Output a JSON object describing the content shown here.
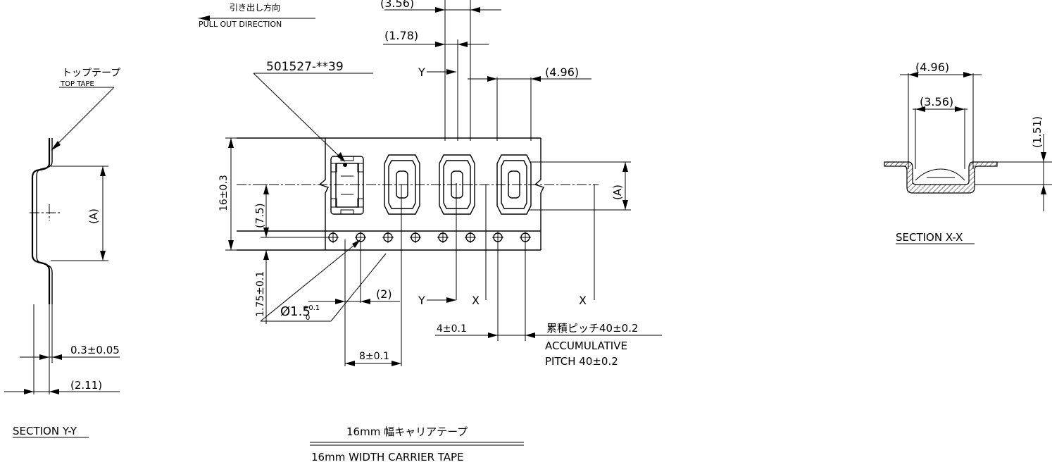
{
  "labels": {
    "pull_out_jp": "引き出し方向",
    "pull_out_en": "PULL OUT DIRECTION",
    "part_number": "501527-**39",
    "top_tape_jp": "トップテープ",
    "top_tape_en": "TOP TAPE",
    "section_yy": "SECTION Y-Y",
    "section_xx": "SECTION X-X",
    "carrier_jp": "16mm 幅キャリアテープ",
    "carrier_en": "16mm WIDTH CARRIER TAPE",
    "accum_jp": "累積ピッチ40±0.2",
    "accum_en1": "ACCUMULATIVE",
    "accum_en2": "PITCH 40±0.2",
    "mark_y": "Y",
    "mark_x": "X"
  },
  "dimensions": {
    "d356": "(3.56)",
    "d178": "(1.78)",
    "d496": "(4.96)",
    "d16": "16±0.3",
    "d75": "(7.5)",
    "d175": "1.75±0.1",
    "dA": "(A)",
    "d2": "(2)",
    "d4": "4±0.1",
    "d8": "8±0.1",
    "hole": "Ø1.5",
    "hole_tol_up": "+0.1",
    "hole_tol_dn": "0",
    "d03": "0.3±0.05",
    "d211": "(2.11)",
    "x496": "(4.96)",
    "x356": "(3.56)",
    "x151": "(1.51)"
  }
}
